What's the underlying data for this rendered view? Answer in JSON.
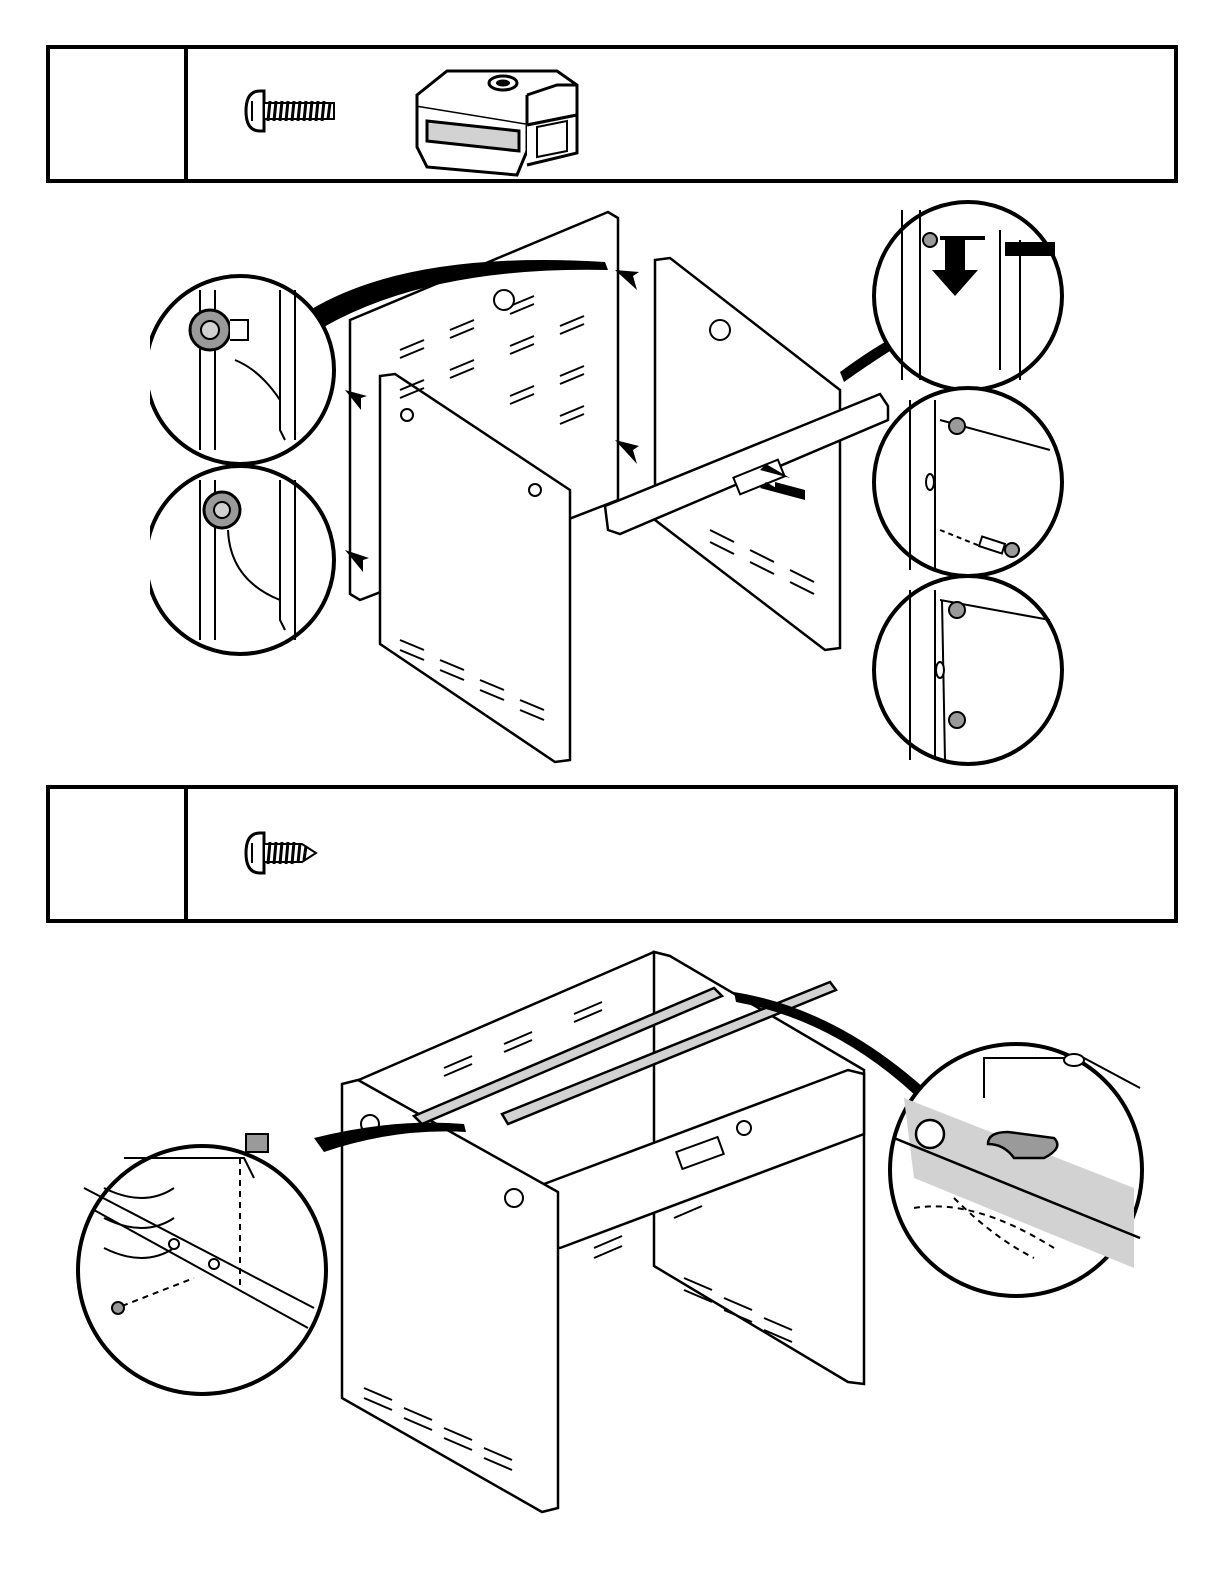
{
  "colors": {
    "ink": "#000000",
    "paper": "#ffffff",
    "shade": "#d2d2d2",
    "dark-shade": "#9a9a9a"
  },
  "steps": [
    {
      "parts": [
        {
          "icon": "machine-screw-icon"
        },
        {
          "icon": "cage-nut-clip-icon"
        }
      ]
    },
    {
      "parts": [
        {
          "icon": "sheet-metal-screw-icon"
        }
      ]
    }
  ],
  "figures": [
    {
      "name": "side-panel-assembly-figure",
      "detail_views": 5
    },
    {
      "name": "rail-and-frame-assembly-figure",
      "detail_views": 2
    }
  ]
}
